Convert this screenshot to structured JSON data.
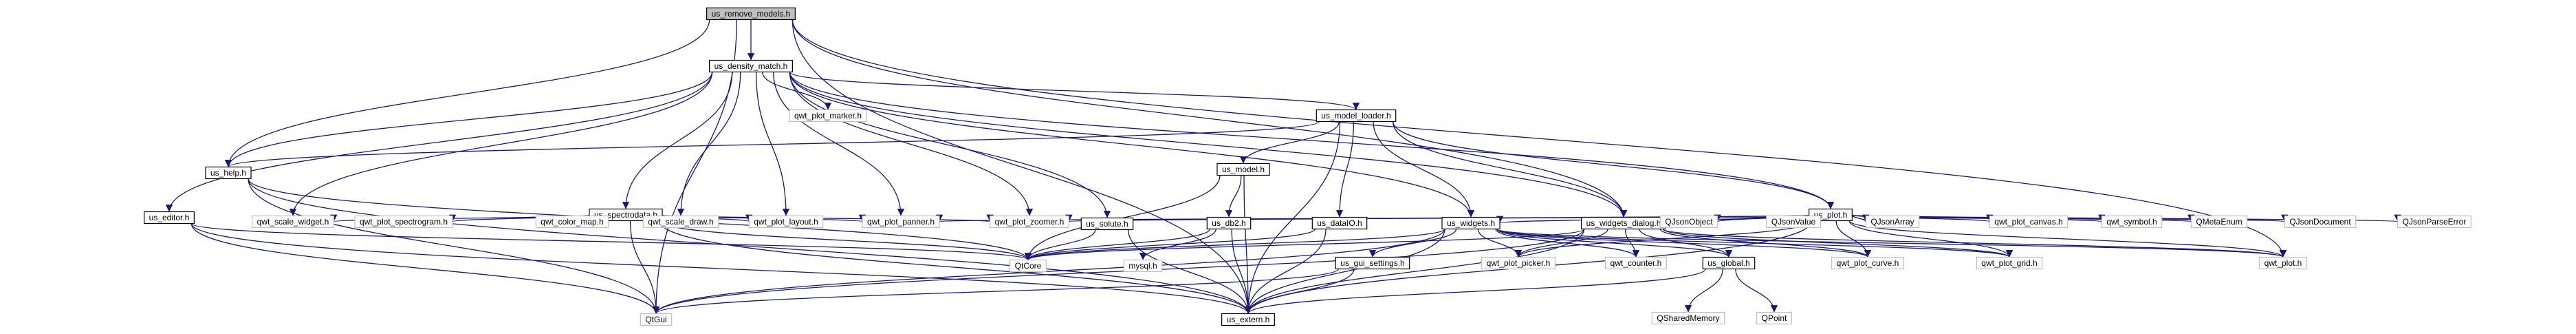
{
  "diagram": {
    "nodes": [
      {
        "id": "us_remove_models_h",
        "label": "us_remove_models.h",
        "kind": "root"
      },
      {
        "id": "us_density_match_h",
        "label": "us_density_match.h",
        "kind": "proj"
      },
      {
        "id": "us_help_h",
        "label": "us_help.h",
        "kind": "proj"
      },
      {
        "id": "qwt_plot_marker_h",
        "label": "qwt_plot_marker.h",
        "kind": "ext"
      },
      {
        "id": "us_model_loader_h",
        "label": "us_model_loader.h",
        "kind": "proj"
      },
      {
        "id": "us_spectrodata_h",
        "label": "us_spectrodata.h",
        "kind": "proj"
      },
      {
        "id": "us_model_h",
        "label": "us_model.h",
        "kind": "proj"
      },
      {
        "id": "us_plot_h",
        "label": "us_plot.h",
        "kind": "proj"
      },
      {
        "id": "us_editor_h",
        "label": "us_editor.h",
        "kind": "proj"
      },
      {
        "id": "qwt_scale_widget_h",
        "label": "qwt_scale_widget.h",
        "kind": "ext"
      },
      {
        "id": "qwt_plot_spectrogram_h",
        "label": "qwt_plot_spectrogram.h",
        "kind": "ext"
      },
      {
        "id": "qwt_color_map_h",
        "label": "qwt_color_map.h",
        "kind": "ext"
      },
      {
        "id": "qwt_scale_draw_h",
        "label": "qwt_scale_draw.h",
        "kind": "ext"
      },
      {
        "id": "qwt_plot_layout_h",
        "label": "qwt_plot_layout.h",
        "kind": "ext"
      },
      {
        "id": "qwt_plot_panner_h",
        "label": "qwt_plot_panner.h",
        "kind": "ext"
      },
      {
        "id": "qwt_plot_zoomer_h",
        "label": "qwt_plot_zoomer.h",
        "kind": "ext"
      },
      {
        "id": "us_solute_h",
        "label": "us_solute.h",
        "kind": "proj"
      },
      {
        "id": "us_db2_h",
        "label": "us_db2.h",
        "kind": "proj"
      },
      {
        "id": "us_dataIO_h",
        "label": "us_dataIO.h",
        "kind": "proj"
      },
      {
        "id": "us_widgets_h",
        "label": "us_widgets.h",
        "kind": "proj"
      },
      {
        "id": "us_widgets_dialog_h",
        "label": "us_widgets_dialog.h",
        "kind": "proj"
      },
      {
        "id": "QJsonObject",
        "label": "QJsonObject",
        "kind": "ext"
      },
      {
        "id": "QJsonValue",
        "label": "QJsonValue",
        "kind": "ext"
      },
      {
        "id": "QJsonArray",
        "label": "QJsonArray",
        "kind": "ext"
      },
      {
        "id": "qwt_plot_canvas_h",
        "label": "qwt_plot_canvas.h",
        "kind": "ext"
      },
      {
        "id": "qwt_symbol_h",
        "label": "qwt_symbol.h",
        "kind": "ext"
      },
      {
        "id": "QMetaEnum",
        "label": "QMetaEnum",
        "kind": "ext"
      },
      {
        "id": "QJsonDocument",
        "label": "QJsonDocument",
        "kind": "ext"
      },
      {
        "id": "QJsonParseError",
        "label": "QJsonParseError",
        "kind": "ext"
      },
      {
        "id": "QtCore",
        "label": "QtCore",
        "kind": "ext"
      },
      {
        "id": "mysql_h",
        "label": "mysql.h",
        "kind": "ext"
      },
      {
        "id": "us_gui_settings_h",
        "label": "us_gui_settings.h",
        "kind": "proj"
      },
      {
        "id": "qwt_plot_picker_h",
        "label": "qwt_plot_picker.h",
        "kind": "ext"
      },
      {
        "id": "qwt_counter_h",
        "label": "qwt_counter.h",
        "kind": "ext"
      },
      {
        "id": "us_global_h",
        "label": "us_global.h",
        "kind": "proj"
      },
      {
        "id": "qwt_plot_curve_h",
        "label": "qwt_plot_curve.h",
        "kind": "ext"
      },
      {
        "id": "qwt_plot_grid_h",
        "label": "qwt_plot_grid.h",
        "kind": "ext"
      },
      {
        "id": "qwt_plot_h",
        "label": "qwt_plot.h",
        "kind": "ext"
      },
      {
        "id": "QtGui",
        "label": "QtGui",
        "kind": "ext"
      },
      {
        "id": "us_extern_h",
        "label": "us_extern.h",
        "kind": "proj"
      },
      {
        "id": "QSharedMemory",
        "label": "QSharedMemory",
        "kind": "ext"
      },
      {
        "id": "QPoint",
        "label": "QPoint",
        "kind": "ext"
      }
    ],
    "edges": [
      [
        "us_remove_models_h",
        "us_density_match_h"
      ],
      [
        "us_remove_models_h",
        "us_help_h"
      ],
      [
        "us_remove_models_h",
        "us_widgets_dialog_h"
      ],
      [
        "us_remove_models_h",
        "QtGui"
      ],
      [
        "us_remove_models_h",
        "qwt_plot_h"
      ],
      [
        "us_remove_models_h",
        "us_extern_h"
      ],
      [
        "us_density_match_h",
        "us_help_h"
      ],
      [
        "us_density_match_h",
        "qwt_plot_marker_h"
      ],
      [
        "us_density_match_h",
        "us_model_loader_h"
      ],
      [
        "us_density_match_h",
        "us_spectrodata_h"
      ],
      [
        "us_density_match_h",
        "us_plot_h"
      ],
      [
        "us_density_match_h",
        "us_editor_h"
      ],
      [
        "us_density_match_h",
        "qwt_scale_widget_h"
      ],
      [
        "us_density_match_h",
        "qwt_scale_draw_h"
      ],
      [
        "us_density_match_h",
        "qwt_plot_layout_h"
      ],
      [
        "us_density_match_h",
        "qwt_plot_panner_h"
      ],
      [
        "us_density_match_h",
        "qwt_plot_zoomer_h"
      ],
      [
        "us_density_match_h",
        "us_solute_h"
      ],
      [
        "us_density_match_h",
        "us_widgets_h"
      ],
      [
        "us_density_match_h",
        "us_widgets_dialog_h"
      ],
      [
        "us_model_loader_h",
        "us_help_h"
      ],
      [
        "us_model_loader_h",
        "us_model_h"
      ],
      [
        "us_model_loader_h",
        "us_plot_h"
      ],
      [
        "us_model_loader_h",
        "us_dataIO_h"
      ],
      [
        "us_model_loader_h",
        "us_widgets_h"
      ],
      [
        "us_model_loader_h",
        "us_widgets_dialog_h"
      ],
      [
        "us_model_loader_h",
        "us_extern_h"
      ],
      [
        "us_help_h",
        "QtCore"
      ],
      [
        "us_help_h",
        "QtGui"
      ],
      [
        "us_help_h",
        "us_extern_h"
      ],
      [
        "us_spectrodata_h",
        "qwt_scale_widget_h"
      ],
      [
        "us_spectrodata_h",
        "qwt_plot_spectrogram_h"
      ],
      [
        "us_spectrodata_h",
        "qwt_color_map_h"
      ],
      [
        "us_spectrodata_h",
        "qwt_scale_draw_h"
      ],
      [
        "us_spectrodata_h",
        "qwt_plot_layout_h"
      ],
      [
        "us_spectrodata_h",
        "qwt_plot_panner_h"
      ],
      [
        "us_spectrodata_h",
        "qwt_plot_zoomer_h"
      ],
      [
        "us_spectrodata_h",
        "QtCore"
      ],
      [
        "us_spectrodata_h",
        "QtGui"
      ],
      [
        "us_spectrodata_h",
        "us_extern_h"
      ],
      [
        "us_model_h",
        "us_db2_h"
      ],
      [
        "us_model_h",
        "QtCore"
      ],
      [
        "us_model_h",
        "us_extern_h"
      ],
      [
        "us_db2_h",
        "QtCore"
      ],
      [
        "us_db2_h",
        "mysql_h"
      ],
      [
        "us_db2_h",
        "us_extern_h"
      ],
      [
        "us_dataIO_h",
        "QtCore"
      ],
      [
        "us_dataIO_h",
        "us_extern_h"
      ],
      [
        "us_solute_h",
        "QtCore"
      ],
      [
        "us_solute_h",
        "us_extern_h"
      ],
      [
        "us_editor_h",
        "QtCore"
      ],
      [
        "us_editor_h",
        "QtGui"
      ],
      [
        "us_editor_h",
        "us_extern_h"
      ],
      [
        "us_plot_h",
        "qwt_plot_zoomer_h"
      ],
      [
        "us_plot_h",
        "qwt_plot_panner_h"
      ],
      [
        "us_plot_h",
        "us_widgets_h"
      ],
      [
        "us_plot_h",
        "us_widgets_dialog_h"
      ],
      [
        "us_plot_h",
        "QJsonObject"
      ],
      [
        "us_plot_h",
        "QJsonValue"
      ],
      [
        "us_plot_h",
        "QJsonArray"
      ],
      [
        "us_plot_h",
        "qwt_plot_canvas_h"
      ],
      [
        "us_plot_h",
        "qwt_symbol_h"
      ],
      [
        "us_plot_h",
        "QMetaEnum"
      ],
      [
        "us_plot_h",
        "QJsonDocument"
      ],
      [
        "us_plot_h",
        "QJsonParseError"
      ],
      [
        "us_plot_h",
        "qwt_plot_picker_h"
      ],
      [
        "us_plot_h",
        "qwt_plot_curve_h"
      ],
      [
        "us_plot_h",
        "qwt_plot_grid_h"
      ],
      [
        "us_plot_h",
        "qwt_plot_h"
      ],
      [
        "us_plot_h",
        "us_extern_h"
      ],
      [
        "us_widgets_h",
        "QtCore"
      ],
      [
        "us_widgets_h",
        "us_gui_settings_h"
      ],
      [
        "us_widgets_h",
        "qwt_plot_picker_h"
      ],
      [
        "us_widgets_h",
        "qwt_counter_h"
      ],
      [
        "us_widgets_h",
        "us_global_h"
      ],
      [
        "us_widgets_h",
        "qwt_plot_curve_h"
      ],
      [
        "us_widgets_h",
        "qwt_plot_grid_h"
      ],
      [
        "us_widgets_h",
        "qwt_plot_h"
      ],
      [
        "us_widgets_h",
        "us_extern_h"
      ],
      [
        "us_widgets_h",
        "QtGui"
      ],
      [
        "us_widgets_dialog_h",
        "QtCore"
      ],
      [
        "us_widgets_dialog_h",
        "qwt_plot_picker_h"
      ],
      [
        "us_widgets_dialog_h",
        "qwt_counter_h"
      ],
      [
        "us_widgets_dialog_h",
        "us_global_h"
      ],
      [
        "us_widgets_dialog_h",
        "qwt_plot_curve_h"
      ],
      [
        "us_widgets_dialog_h",
        "qwt_plot_grid_h"
      ],
      [
        "us_widgets_dialog_h",
        "qwt_plot_h"
      ],
      [
        "us_widgets_dialog_h",
        "us_extern_h"
      ],
      [
        "us_widgets_dialog_h",
        "QtGui"
      ],
      [
        "us_gui_settings_h",
        "QtGui"
      ],
      [
        "us_gui_settings_h",
        "us_extern_h"
      ],
      [
        "us_global_h",
        "us_extern_h"
      ],
      [
        "us_global_h",
        "QSharedMemory"
      ],
      [
        "us_global_h",
        "QPoint"
      ]
    ]
  },
  "colors": {
    "edge": "#191970",
    "root_fill": "#bfbfbf",
    "node_border": "#000000",
    "external_border": "#bfbfbf"
  }
}
